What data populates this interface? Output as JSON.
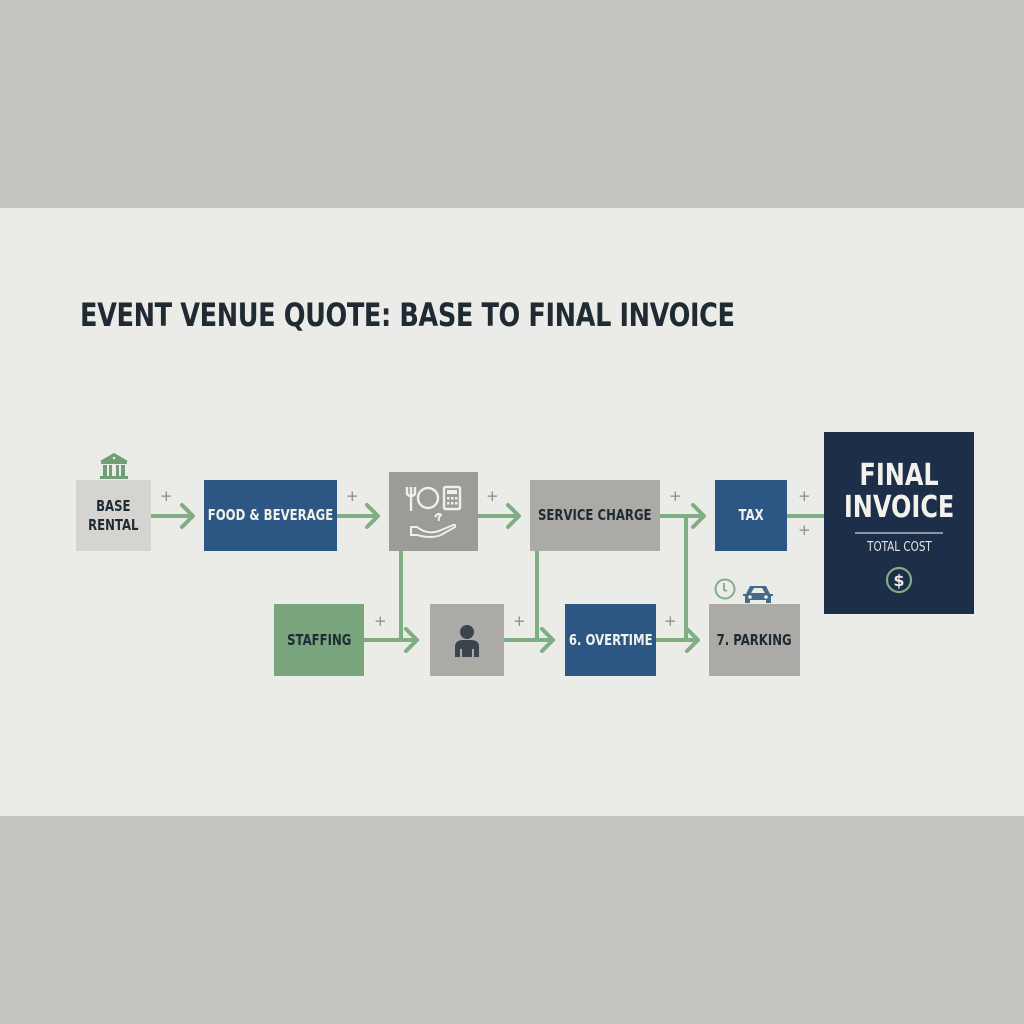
{
  "title": "EVENT VENUE QUOTE: BASE TO FINAL INVOICE",
  "colors": {
    "outer_background": "#c4c3be",
    "band_background": "#ebebe7",
    "connector_green": "#7fae84",
    "blue": "#2c5785",
    "navy": "#1c2e48",
    "green": "#79a57c",
    "gray": "#abaaa6",
    "text_dark": "#1f2a33"
  },
  "nodes": {
    "base_rental": {
      "line1": "BASE",
      "line2": "RENTAL",
      "icon": "building-icon"
    },
    "food_beverage": {
      "label": "FOOD & BEVERAGE"
    },
    "catering_icons": {
      "icons": [
        "fork-plate-icon",
        "calculator-icon",
        "hand-serving-icon"
      ]
    },
    "service_charge": {
      "label": "SERVICE CHARGE"
    },
    "tax": {
      "label": "TAX"
    },
    "final_invoice": {
      "line1": "FINAL",
      "line2": "INVOICE",
      "subtitle": "TOTAL COST",
      "icon": "dollar-icon"
    },
    "staffing": {
      "label": "STAFFING"
    },
    "staff_person": {
      "icon": "person-icon"
    },
    "overtime": {
      "label": "6. OVERTIME"
    },
    "parking": {
      "label": "7. PARKING",
      "icons": [
        "clock-icon",
        "car-icon"
      ]
    }
  },
  "connector_symbol": "+"
}
